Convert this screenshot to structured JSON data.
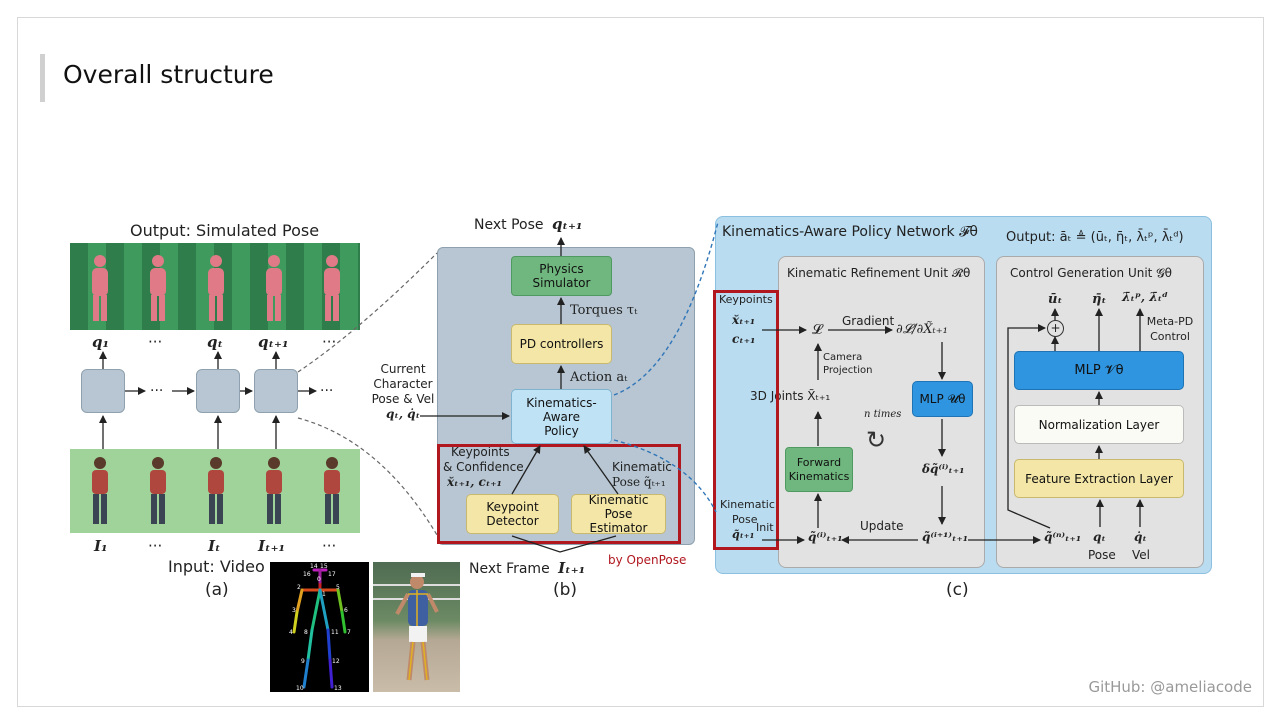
{
  "slide": {
    "title": "Overall structure",
    "footer": "GitHub: @ameliacode"
  },
  "panel_a": {
    "output_label": "Output: Simulated Pose",
    "q_labels": [
      "q₁",
      "···",
      "qₜ",
      "qₜ₊₁",
      "···"
    ],
    "i_labels": [
      "I₁",
      "···",
      "Iₜ",
      "Iₜ₊₁",
      "···"
    ],
    "dots": "···",
    "input_label": "Input: Video",
    "caption": "(a)"
  },
  "panel_b": {
    "next_pose": "Next Pose",
    "next_pose_sym": "qₜ₊₁",
    "physics": "Physics Simulator",
    "torques": "Torques τₜ",
    "pd": "PD controllers",
    "action": "Action aₜ",
    "current_l1": "Current",
    "current_l2": "Character",
    "current_l3": "Pose & Vel",
    "current_sym": "qₜ, q̇ₜ",
    "policy": "Kinematics-Aware Policy",
    "kp_conf_l1": "Keypoints",
    "kp_conf_l2": "& Confidence",
    "kp_conf_sym": "x̆ₜ₊₁, cₜ₊₁",
    "kin_pose_l1": "Kinematic",
    "kin_pose_l2": "Pose q̃ₜ₊₁",
    "kp_detector": "Keypoint Detector",
    "kin_estimator": "Kinematic Pose Estimator",
    "next_frame": "Next Frame",
    "next_frame_sym": "Iₜ₊₁",
    "openpose": "by OpenPose",
    "caption": "(b)"
  },
  "panel_c": {
    "network_title": "Kinematics-Aware Policy Network 𝓕θ",
    "output": "Output: āₜ ≜ (ūₜ, η̄ₜ, λ̄ₜᵖ, λ̄ₜᵈ)",
    "refine_title": "Kinematic Refinement Unit 𝓡θ",
    "control_title": "Control Generation Unit 𝓖θ",
    "keypoints": "Keypoints",
    "kp_sym1": "x̆ₜ₊₁",
    "kp_sym2": "cₜ₊₁",
    "loss": "𝓛",
    "gradient": "Gradient",
    "grad_sym": "∂𝓛/∂X̃ₜ₊₁",
    "camera": "Camera Projection",
    "joints": "3D Joints X̃ₜ₊₁",
    "mlp_u": "MLP 𝓤θ",
    "n_times": "n times",
    "forward_kin": "Forward Kinematics",
    "delta_q": "δq̃⁽ⁱ⁾ₜ₊₁",
    "kin_pose_l1": "Kinematic",
    "kin_pose_l2": "Pose",
    "kin_pose_sym": "q̃ₜ₊₁",
    "init": "Init",
    "qi": "q̃⁽ⁱ⁾ₜ₊₁",
    "update": "Update",
    "qi1": "q̃⁽ⁱ⁺¹⁾ₜ₊₁",
    "qn": "q̃⁽ⁿ⁾ₜ₊₁",
    "out_u": "ūₜ",
    "out_eta": "η̄ₜ",
    "out_lambda": "λ̄ₜᵖ, λ̄ₜᵈ",
    "meta_pd": "Meta-PD Control",
    "mlp_v": "MLP 𝓥θ",
    "norm_layer": "Normalization Layer",
    "feat_layer": "Feature Extraction Layer",
    "qt": "qₜ",
    "pose": "Pose",
    "qdot": "q̇ₜ",
    "vel": "Vel",
    "caption": "(c)"
  },
  "skeleton_numbers": [
    "14",
    "15",
    "16",
    "17",
    "0",
    "1",
    "2",
    "5",
    "3",
    "6",
    "4",
    "7",
    "8",
    "11",
    "9",
    "12",
    "10",
    "13"
  ],
  "colors": {
    "highlight_red": "#b0171f",
    "network_bg": "#b9dcf1",
    "unit_bg": "#e2e2e2",
    "accent_blue": "#2f95e0"
  }
}
